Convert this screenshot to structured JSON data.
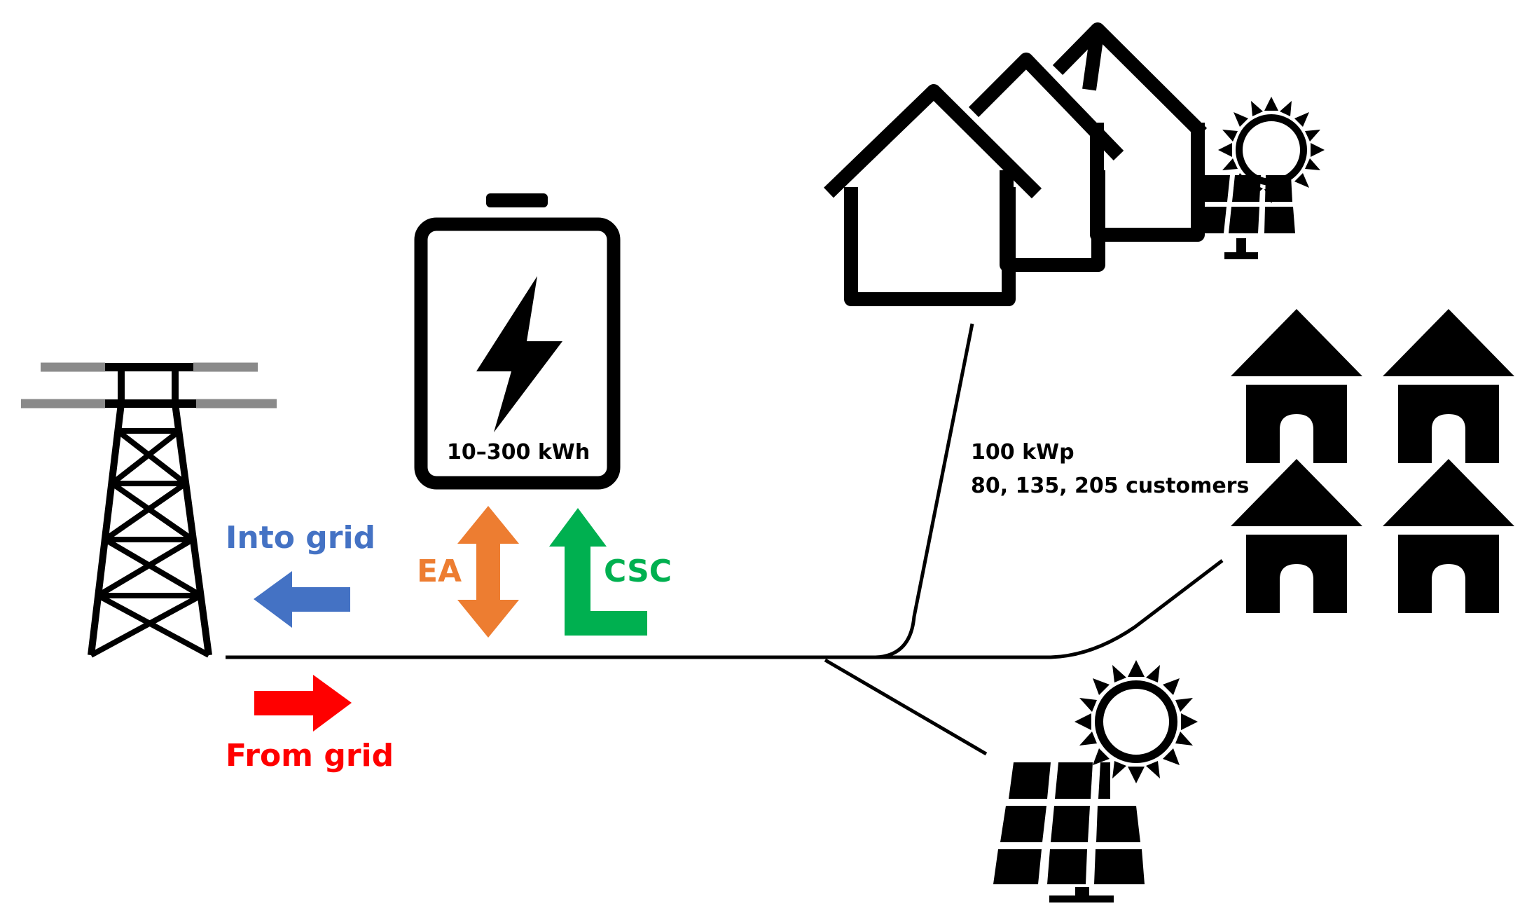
{
  "battery": {
    "capacity_label": "10–300 kWh"
  },
  "pv": {
    "peak_label": "100 kWp",
    "customers_label": "80, 135, 205 customers"
  },
  "flows": {
    "into_grid": {
      "label": "Into grid",
      "color": "#4472c4"
    },
    "from_grid": {
      "label": "From grid",
      "color": "#ff0000"
    },
    "ea": {
      "label": "EA",
      "color": "#ed7d31"
    },
    "csc": {
      "label": "CSC",
      "color": "#00b050"
    }
  },
  "icons": [
    "power-tower-icon",
    "battery-icon",
    "lightning-bolt-icon",
    "houses-outline-icon",
    "houses-filled-icon",
    "solar-panel-icon",
    "sun-icon"
  ]
}
